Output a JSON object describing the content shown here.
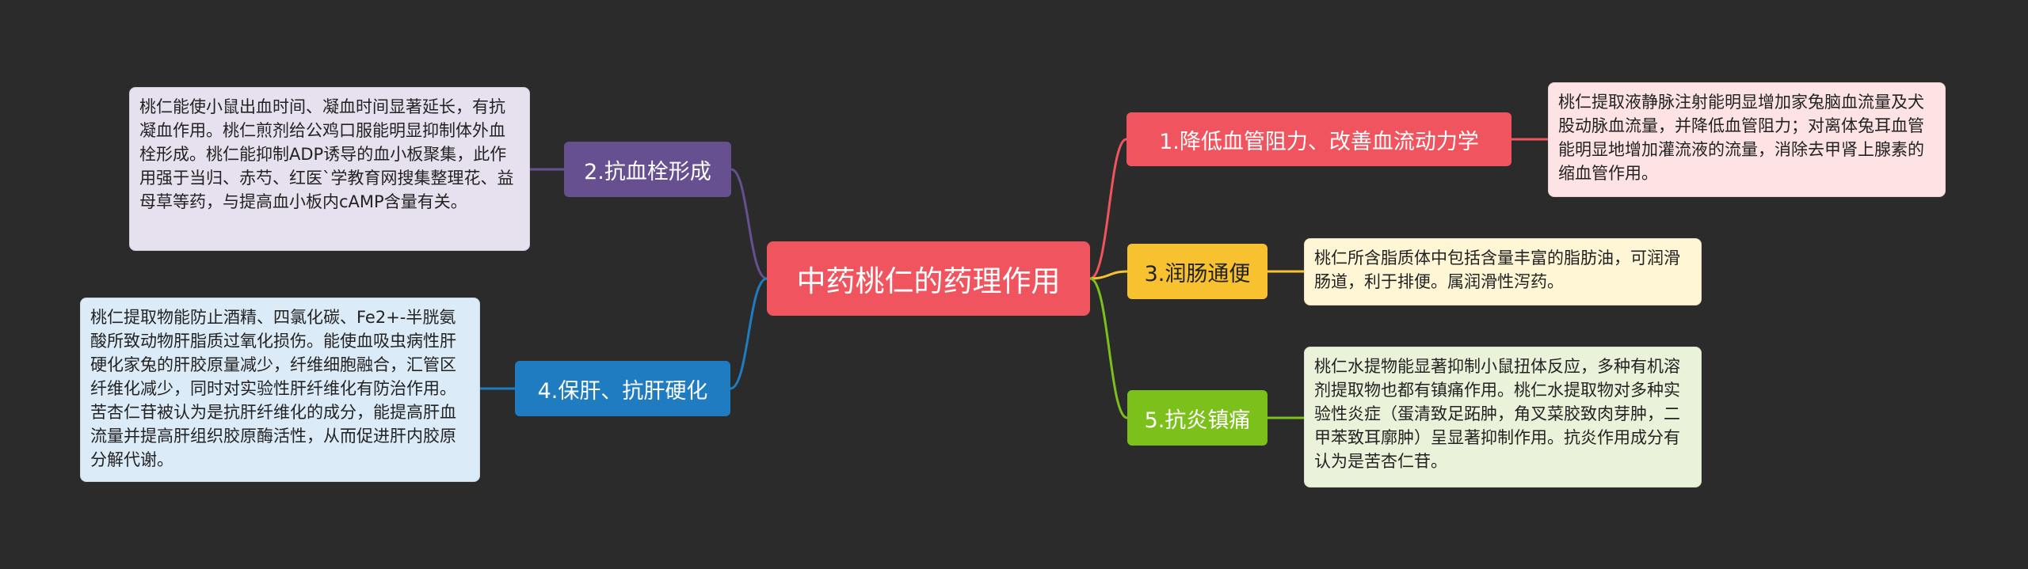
{
  "root": {
    "title": "中药桃仁的药理作用",
    "color": "#f0545e"
  },
  "branches": [
    {
      "id": "b1",
      "label": "1.降低血管阻力、改善血流动力学",
      "color": "#f0545e",
      "leaf_color": "#fde3e3",
      "detail": "桃仁提取液静脉注射能明显增加家兔脑血流量及犬股动脉血流量，并降低血管阻力；对离体兔耳血管能明显地增加灌流液的流量，消除去甲肾上腺素的缩血管作用。"
    },
    {
      "id": "b2",
      "label": "2.抗血栓形成",
      "color": "#66508f",
      "leaf_color": "#e7e0ee",
      "detail": "桃仁能使小鼠出血时间、凝血时间显著延长，有抗凝血作用。桃仁煎剂给公鸡口服能明显抑制体外血栓形成。桃仁能抑制ADP诱导的血小板聚集，此作用强于当归、赤芍、红医`学教育网搜集整理花、益母草等药，与提高血小板内cAMP含量有关。"
    },
    {
      "id": "b3",
      "label": "3.润肠通便",
      "color": "#f8c12f",
      "leaf_color": "#fef6d5",
      "detail": "桃仁所含脂质体中包括含量丰富的脂肪油，可润滑肠道，利于排便。属润滑性泻药。"
    },
    {
      "id": "b4",
      "label": "4.保肝、抗肝硬化",
      "color": "#1f7cc1",
      "leaf_color": "#dcebf8",
      "detail": "桃仁提取物能防止酒精、四氯化碳、Fe2+-半胱氨酸所致动物肝脂质过氧化损伤。能使血吸虫病性肝硬化家兔的肝胶原量减少，纤维细胞融合，汇管区纤维化减少，同时对实验性肝纤维化有防治作用。苦杏仁苷被认为是抗肝纤维化的成分，能提高肝血流量并提高肝组织胶原酶活性，从而促进肝内胶原分解代谢。"
    },
    {
      "id": "b5",
      "label": "5.抗炎镇痛",
      "color": "#7cc11b",
      "leaf_color": "#eaf3da",
      "detail": "桃仁水提物能显著抑制小鼠扭体反应，多种有机溶剂提取物也都有镇痛作用。桃仁水提取物对多种实验性炎症（蛋清致足跖肿，角叉菜胶致肉芽肿，二甲苯致耳廓肿）呈显著抑制作用。抗炎作用成分有认为是苦杏仁苷。"
    }
  ]
}
